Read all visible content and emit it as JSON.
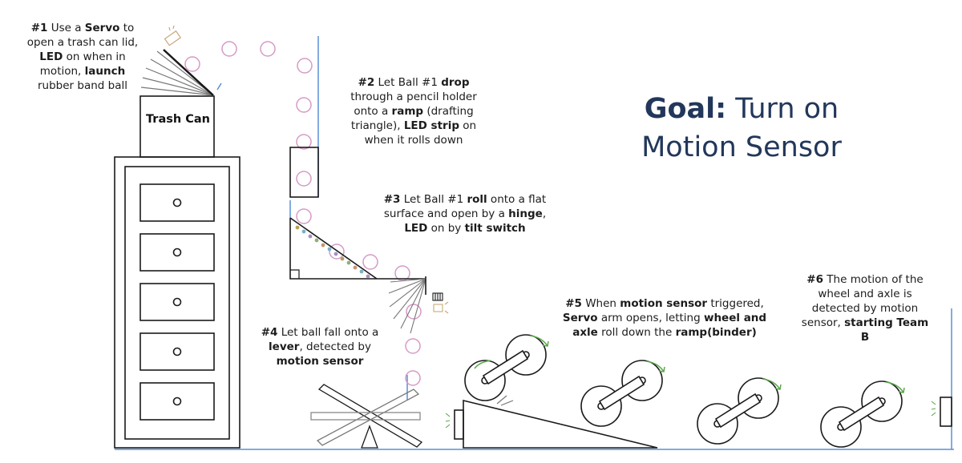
{
  "trash_can_label": "Trash Can",
  "goal": {
    "prefix": "Goal:",
    "text": "Turn on Motion Sensor"
  },
  "steps": [
    {
      "runs": [
        [
          "#1",
          true
        ],
        [
          " Use a ",
          false
        ],
        [
          "Servo",
          true
        ],
        [
          " to open a trash can lid, ",
          false
        ],
        [
          "LED",
          true
        ],
        [
          " on when in motion, ",
          false
        ],
        [
          "launch",
          true
        ],
        [
          " rubber band ball",
          false
        ]
      ]
    },
    {
      "runs": [
        [
          "#2",
          true
        ],
        [
          " Let Ball #1 ",
          false
        ],
        [
          "drop",
          true
        ],
        [
          " through a pencil holder onto a ",
          false
        ],
        [
          "ramp",
          true
        ],
        [
          " (drafting triangle), ",
          false
        ],
        [
          "LED strip",
          true
        ],
        [
          " on when it rolls down",
          false
        ]
      ]
    },
    {
      "runs": [
        [
          "#3",
          true
        ],
        [
          " Let Ball #1 ",
          false
        ],
        [
          "roll",
          true
        ],
        [
          " onto a flat surface and open by a ",
          false
        ],
        [
          "hinge",
          true
        ],
        [
          ", ",
          false
        ],
        [
          "LED",
          true
        ],
        [
          " on by ",
          false
        ],
        [
          "tilt switch",
          true
        ]
      ]
    },
    {
      "runs": [
        [
          "#4",
          true
        ],
        [
          " Let ball fall onto a ",
          false
        ],
        [
          "lever",
          true
        ],
        [
          ", detected by ",
          false
        ],
        [
          "motion sensor",
          true
        ]
      ]
    },
    {
      "runs": [
        [
          "#5",
          true
        ],
        [
          " When ",
          false
        ],
        [
          "motion sensor",
          true
        ],
        [
          " triggered, ",
          false
        ],
        [
          "Servo",
          true
        ],
        [
          " arm opens, letting ",
          false
        ],
        [
          "wheel and axle",
          true
        ],
        [
          " roll down the ",
          false
        ],
        [
          "ramp(binder)",
          true
        ]
      ]
    },
    {
      "runs": [
        [
          "#6",
          true
        ],
        [
          " The motion of the wheel and axle is detected by motion sensor, ",
          false
        ],
        [
          "starting Team B",
          true
        ]
      ]
    }
  ],
  "colors": {
    "ball": "#d79ac6",
    "line": "#1a1a1a",
    "wall": "#5b8fd6",
    "arrow": "#5aa84a",
    "goal": "#22375a",
    "device": "#c9a87a"
  },
  "icons": [
    "servo-icon",
    "led-icon",
    "motion-sensor-icon",
    "rotation-arrow-icon"
  ]
}
